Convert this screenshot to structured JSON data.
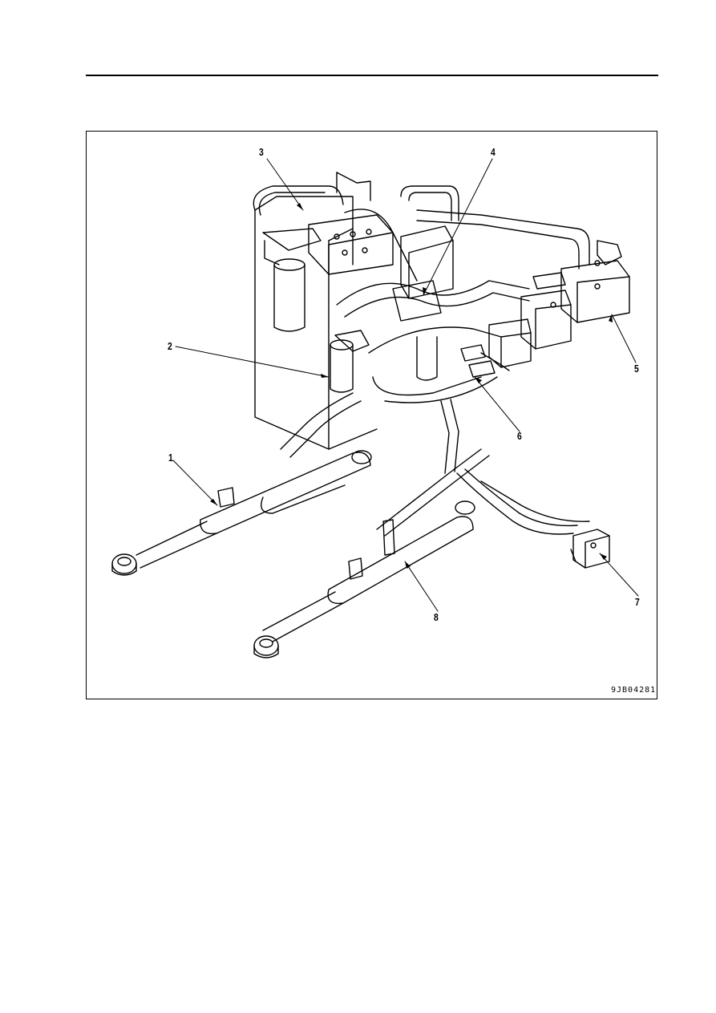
{
  "figure": {
    "code": "9JB04281",
    "callouts": {
      "c1": "1",
      "c2": "2",
      "c3": "3",
      "c4": "4",
      "c5": "5",
      "c6": "6",
      "c7": "7",
      "c8": "8"
    }
  }
}
